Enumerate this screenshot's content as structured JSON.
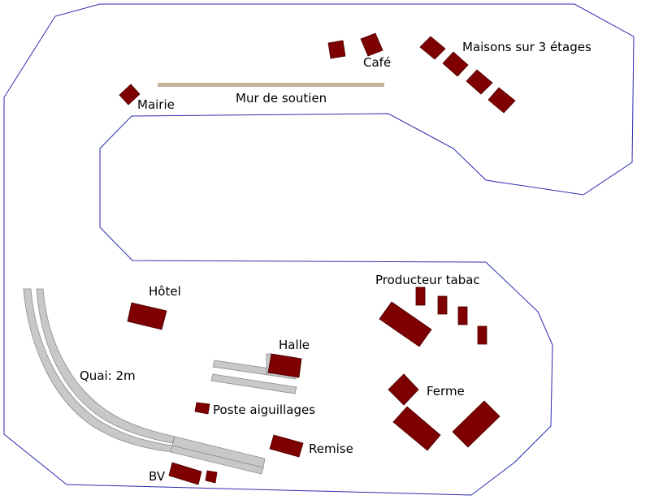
{
  "colors": {
    "background": "#ffffff",
    "outline": "#2b2bb0",
    "building": "#7f0000",
    "building_edge": "#4a0000",
    "track": "#c8c8c8",
    "track_edge": "#8c8c8c",
    "wall": "#c3b49a"
  },
  "labels": {
    "cafe": "Café",
    "maisons": "Maisons sur 3 étages",
    "mairie": "Mairie",
    "mur": "Mur de soutien",
    "hotel": "Hôtel",
    "producteur": "Producteur tabac",
    "halle": "Halle",
    "quai": "Quai: 2m",
    "ferme": "Ferme",
    "poste": "Poste aiguillages",
    "remise": "Remise",
    "bv": "BV"
  }
}
